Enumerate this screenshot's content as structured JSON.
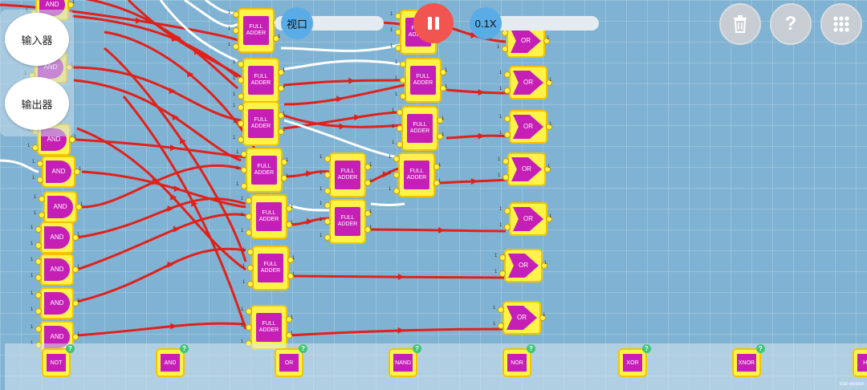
{
  "left_panel": {
    "input_label": "输入器",
    "output_label": "输出器"
  },
  "controls": {
    "view_label": "视口",
    "speed_label": "0.1X",
    "pause_icon": "pause-icon",
    "trash_icon": "trash-icon",
    "help_text": "?",
    "menu_icon": "grid-menu-icon"
  },
  "colors": {
    "wire_active": "#e0211b",
    "wire_idle": "#ffffff",
    "gate_body": "#fff34a",
    "gate_shape": "#c51fb6",
    "pause": "#f25450",
    "knob": "#5aace6"
  },
  "gates": {
    "and_label": "AND",
    "or_label": "OR",
    "adder_label_1": "FULL",
    "adder_label_2": "ADDER",
    "pin_one": "1"
  },
  "palette": [
    {
      "label": "NOT",
      "help": "?"
    },
    {
      "label": "AND",
      "help": "?"
    },
    {
      "label": "OR",
      "help": "?"
    },
    {
      "label": "NAND",
      "help": "?"
    },
    {
      "label": "NOR",
      "help": "?"
    },
    {
      "label": "XOR",
      "help": "?"
    },
    {
      "label": "XNOR",
      "help": "?"
    },
    {
      "label": "HA",
      "help": ""
    }
  ],
  "footer": {
    "version": "trial version"
  }
}
